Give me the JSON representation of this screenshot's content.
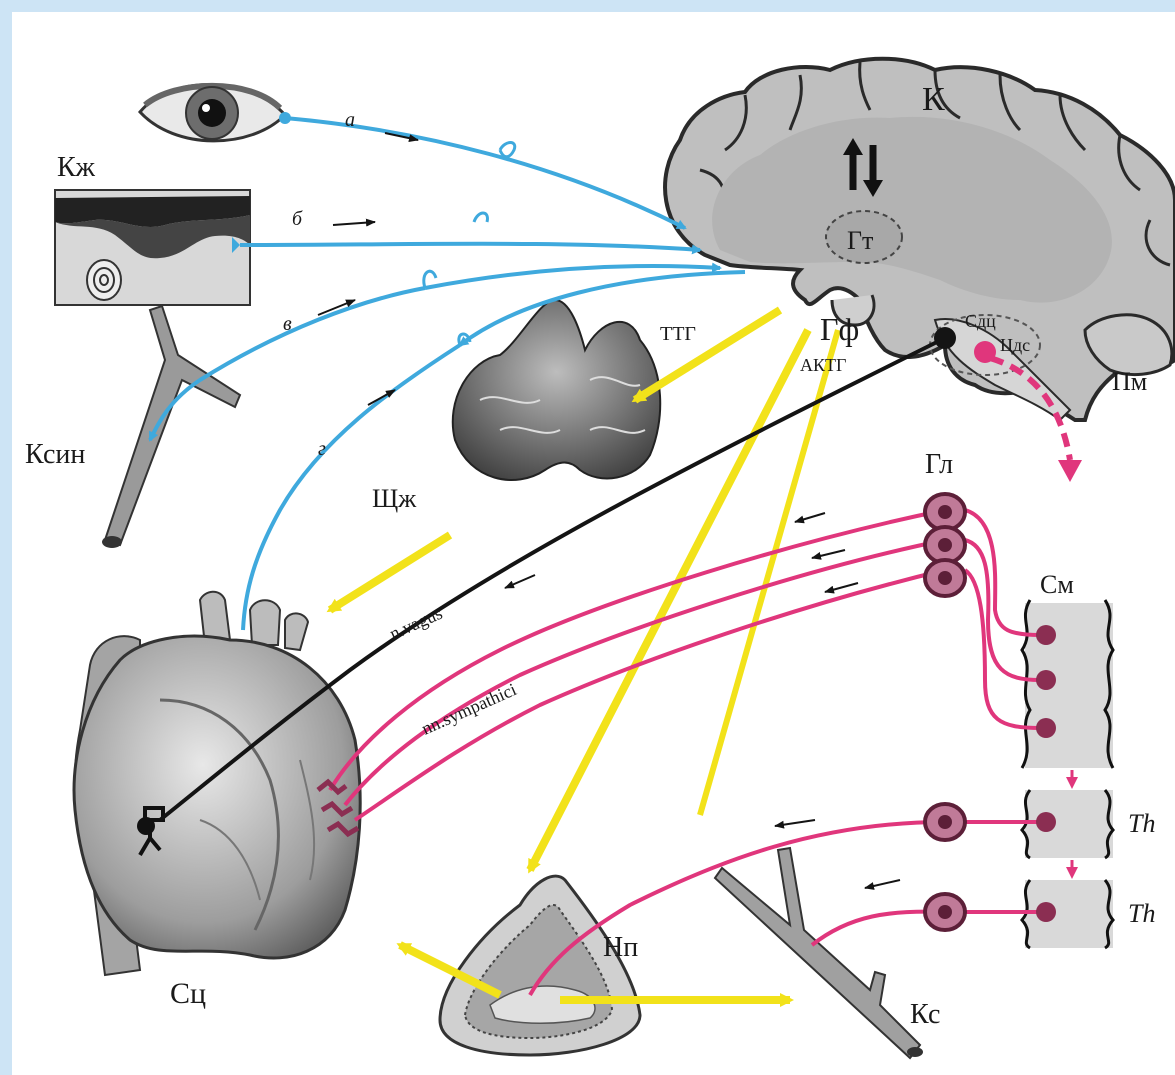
{
  "labels": {
    "cortex": "К",
    "hypothalamus": "Гт",
    "skin": "Кж",
    "vessel_input": "Ксин",
    "thyroid": "Щж",
    "pituitary": "Гф",
    "tsh": "ТТГ",
    "acth": "АКТГ",
    "medulla_center": "Сдц",
    "medulla_sub": "Цдс",
    "medulla_oblongata": "Пм",
    "ganglia": "Гл",
    "spinal_cord": "См",
    "heart": "Сц",
    "adrenal": "Нп",
    "vessel_output": "Кс",
    "path_a": "а",
    "path_b": "б",
    "path_v": "в",
    "path_g": "г",
    "vagus": "n.vagus",
    "sympathetic": "nn.sympathici",
    "spinal_seg_1": "Th",
    "spinal_seg_2": "Th"
  },
  "colors": {
    "afferent": "#3fa9dd",
    "sympathetic": "#e0367c",
    "hormonal": "#f2e21a",
    "vagus": "#141414",
    "ganglion": "#8b2e52",
    "tissue": "#9a9a9a"
  },
  "icons": [
    "eye-icon",
    "skin-section-icon",
    "blood-vessel-icon",
    "brain-icon",
    "thyroid-icon",
    "heart-icon",
    "adrenal-icon",
    "spinal-cord-icon",
    "ganglion-icon"
  ]
}
